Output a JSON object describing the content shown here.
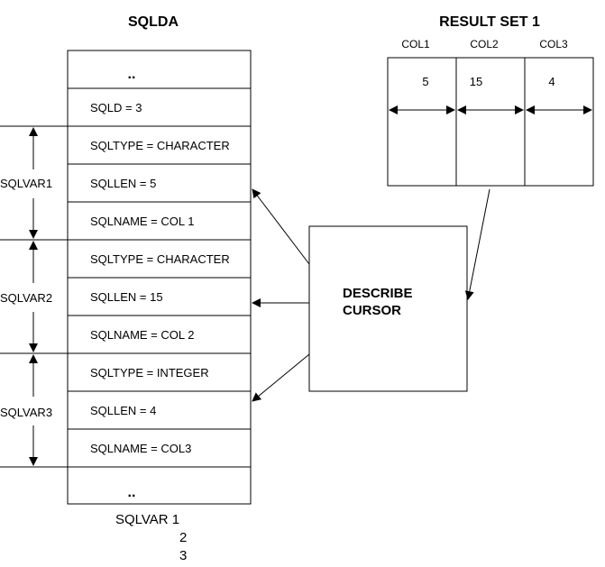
{
  "sqlda": {
    "title": "SQLDA",
    "top_row": "..",
    "sqld_row": "SQLD = 3",
    "rows": [
      "SQLTYPE = CHARACTER",
      "SQLLEN = 5",
      "SQLNAME = COL 1",
      "SQLTYPE = CHARACTER",
      "SQLLEN = 15",
      "SQLNAME = COL 2",
      "SQLTYPE = INTEGER",
      "SQLLEN = 4",
      "SQLNAME = COL3"
    ],
    "bottom_row": "..",
    "sqlvar_labels": [
      "SQLVAR1",
      "SQLVAR2",
      "SQLVAR3"
    ],
    "footer_lines": [
      "SQLVAR 1",
      "2",
      "3"
    ]
  },
  "result_set": {
    "title": "RESULT SET 1",
    "columns": [
      "COL1",
      "COL2",
      "COL3"
    ],
    "widths": [
      "5",
      "15",
      "4"
    ]
  },
  "describe": {
    "label_line1": "DESCRIBE",
    "label_line2": "CURSOR"
  }
}
